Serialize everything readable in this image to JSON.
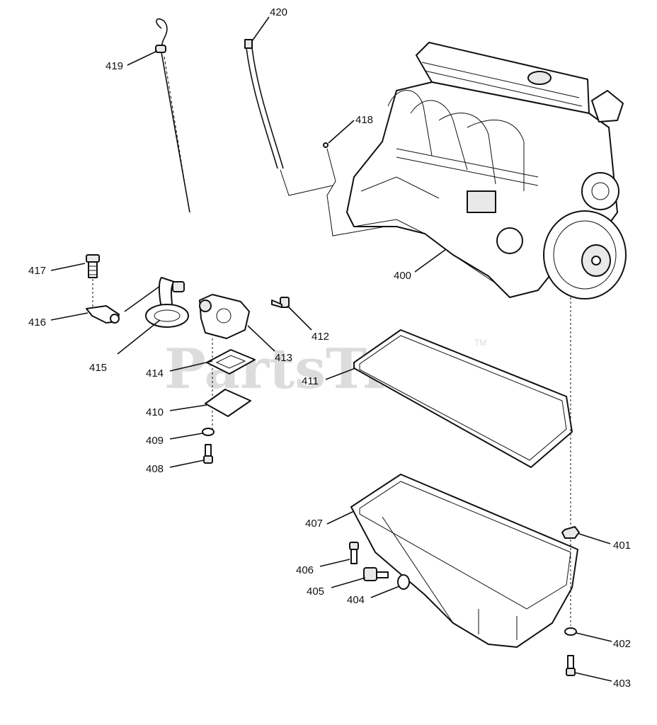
{
  "watermark": {
    "text": "PartsTree",
    "mark": "TM"
  },
  "callouts": {
    "p400": "400",
    "p401": "401",
    "p402": "402",
    "p403": "403",
    "p404": "404",
    "p405": "405",
    "p406": "406",
    "p407": "407",
    "p408": "408",
    "p409": "409",
    "p410": "410",
    "p411": "411",
    "p412": "412",
    "p413": "413",
    "p414": "414",
    "p415": "415",
    "p416": "416",
    "p417": "417",
    "p418": "418",
    "p419": "419",
    "p420": "420"
  }
}
